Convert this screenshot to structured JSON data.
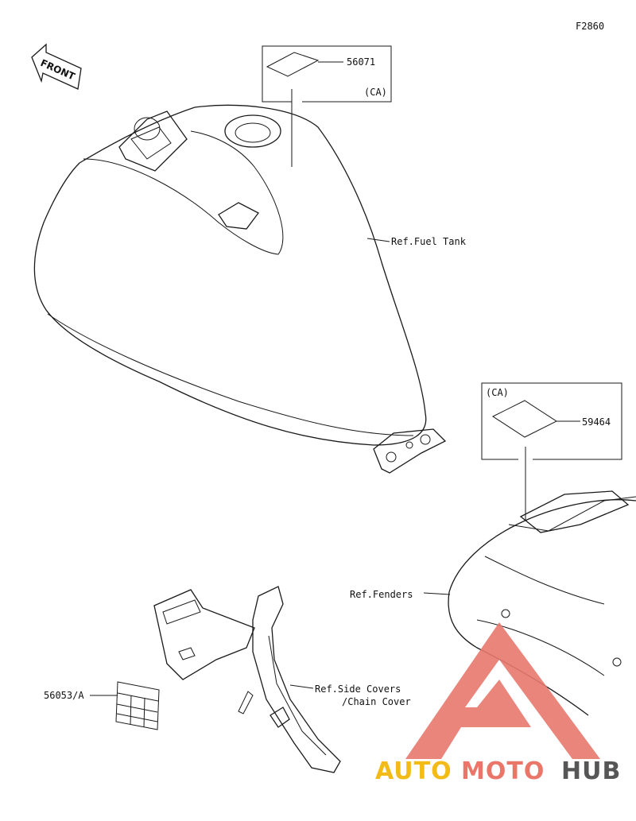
{
  "figure_code": "F2860",
  "front_indicator": "FRONT",
  "parts": {
    "tank_label": {
      "part_no": "56071",
      "variant": "(CA)"
    },
    "fender_label": {
      "part_no": "59464",
      "variant": "(CA)"
    },
    "cover_label": {
      "part_no": "56053/A"
    }
  },
  "references": {
    "fuel_tank": "Ref.Fuel Tank",
    "fenders": "Ref.Fenders",
    "side_covers_line1": "Ref.Side Covers",
    "side_covers_line2": "/Chain Cover"
  },
  "watermark": {
    "part1": "AUTO",
    "part2": "MOTO",
    "part3": "HUB",
    "colors": {
      "part1": "#f2b400",
      "part2": "#e8685a",
      "part3": "#444444",
      "triangle": "#e8786e"
    }
  }
}
